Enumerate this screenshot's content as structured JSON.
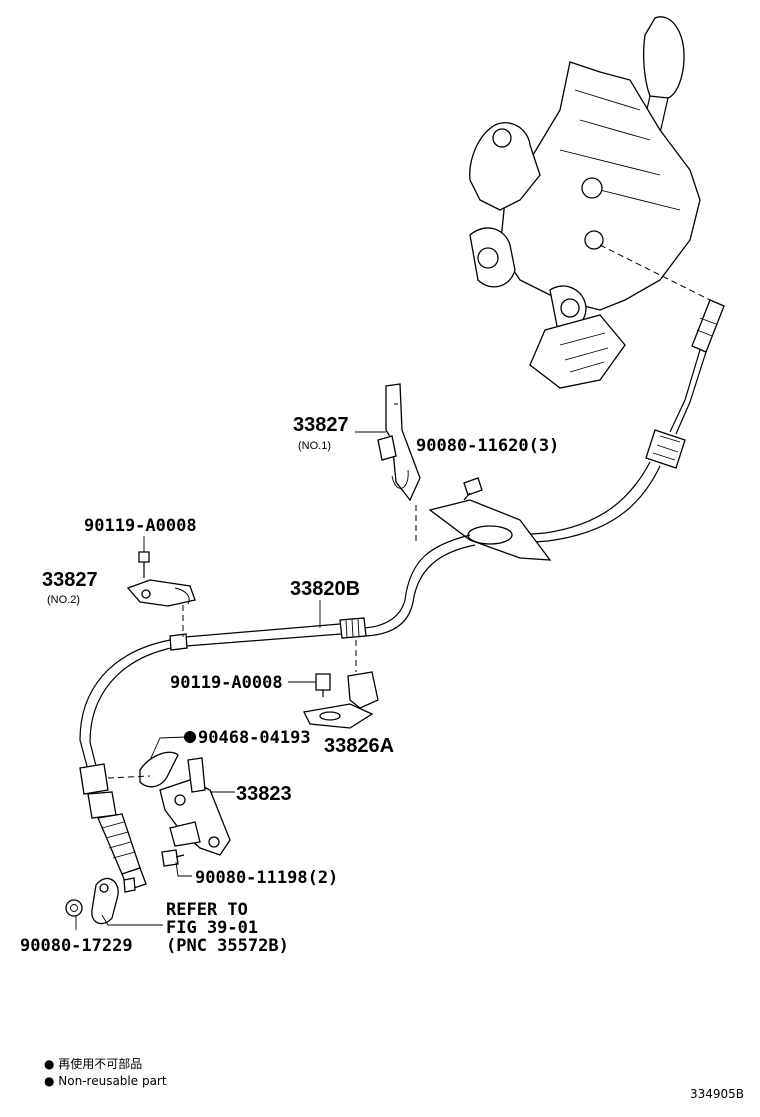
{
  "callouts": {
    "p33827_no1": "33827",
    "p33827_no1_sub": "(NO.1)",
    "p90080_11620": "90080-11620(3)",
    "p90119_a0008_top": "90119-A0008",
    "p33827_no2": "33827",
    "p33827_no2_sub": "(NO.2)",
    "p33820b": "33820B",
    "p90119_a0008_mid": "90119-A0008",
    "p90468_04193": "90468-04193",
    "p33826a": "33826A",
    "p33823": "33823",
    "p90080_11198": "90080-11198(2)",
    "refer_line1": "REFER TO",
    "refer_line2": "FIG 39-01",
    "refer_line3": "(PNC 35572B)",
    "p90080_17229": "90080-17229"
  },
  "legend": {
    "line1": "● 再使用不可部品",
    "line2": "● Non-reusable part"
  },
  "figure_id": "334905B"
}
